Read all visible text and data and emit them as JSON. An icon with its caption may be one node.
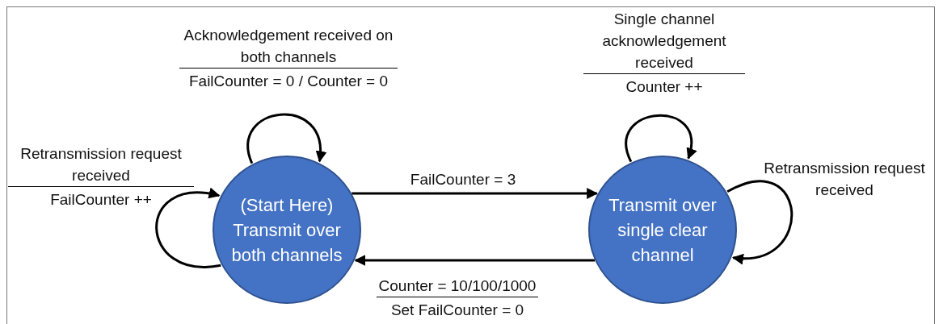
{
  "diagram": {
    "nodes": [
      {
        "text": [
          "(Start Here)",
          "Transmit over both channels"
        ]
      },
      {
        "text": [
          "Transmit over single clear channel"
        ]
      }
    ],
    "edges": [
      {
        "from": 0,
        "to": 0,
        "arrow": "to",
        "label": "Acknowledgement received on both channels FailCounter = 0 / Counter = 0"
      },
      {
        "from": 0,
        "to": 0,
        "arrow": "to",
        "label": "Retransmission request received FailCounter ++"
      },
      {
        "from": 0,
        "to": 1,
        "arrow": "to",
        "label": "FailCounter = 3"
      },
      {
        "from": 1,
        "to": 1,
        "arrow": "to",
        "label": "Single channel acknowledgement received Counter ++"
      },
      {
        "from": 1,
        "to": 1,
        "arrow": "to",
        "label": "Retransmission request received"
      },
      {
        "from": 1,
        "to": 0,
        "arrow": "to",
        "label": "Counter = 10/100/1000 Set FailCounter = 0"
      }
    ]
  }
}
